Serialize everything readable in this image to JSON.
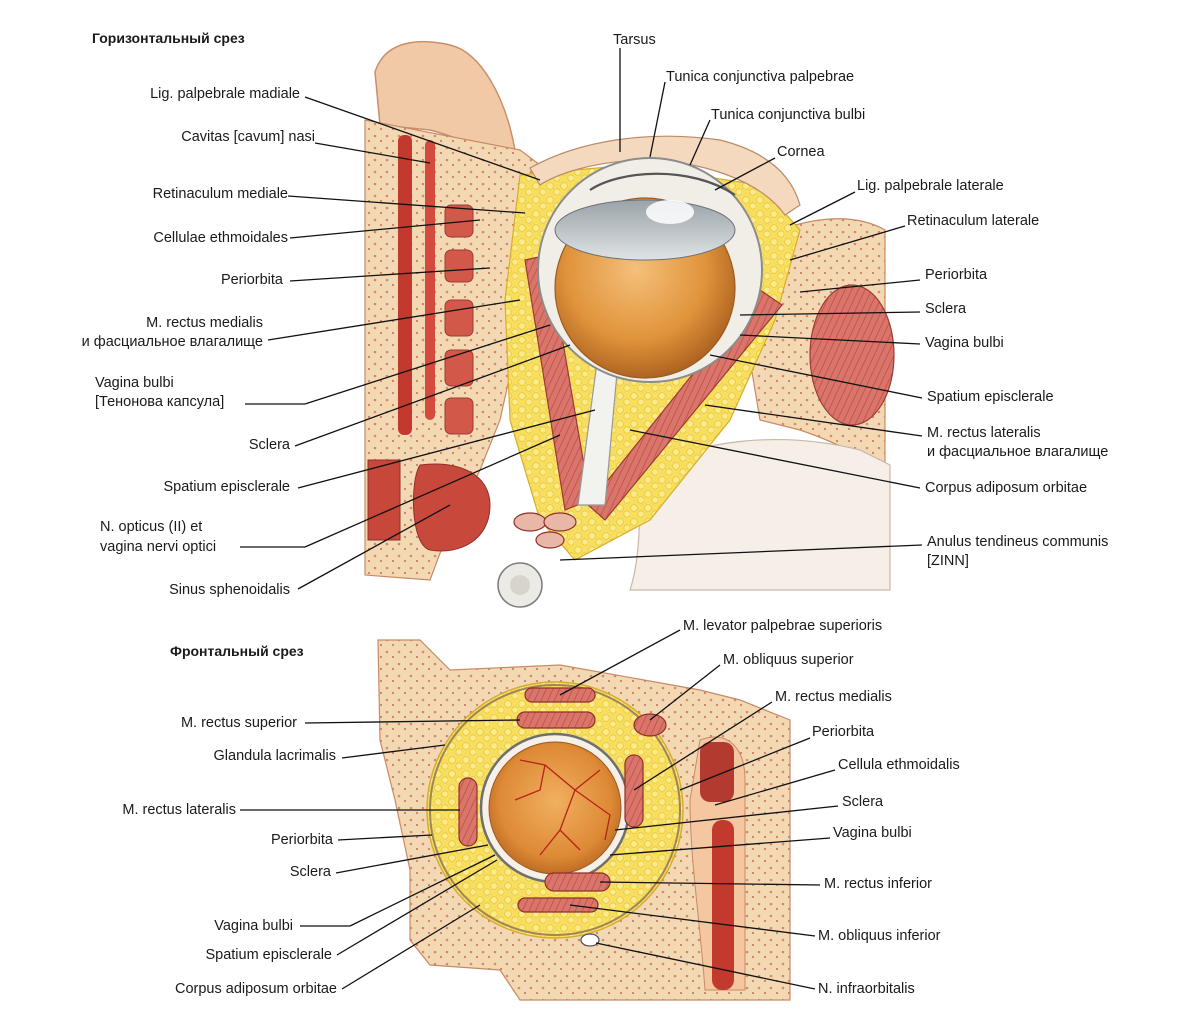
{
  "titles": {
    "horizontal": "Горизонтальный срез",
    "frontal": "Фронтальный срез"
  },
  "horizontal": {
    "left": [
      "Lig. palpebrale madiale",
      "Cavitas [cavum] nasi",
      "Retinaculum mediale",
      "Cellulae ethmoidales",
      "Periorbita",
      "M. rectus medialis",
      "и фасциальное влагалище",
      "Vagina bulbi",
      "[Тенонова капсула]",
      "Sclera",
      "Spatium episclerale",
      "N. opticus (II) et",
      "vagina nervi optici",
      "Sinus sphenoidalis"
    ],
    "right": [
      "Tarsus",
      "Tunica conjunctiva palpebrae",
      "Tunica conjunctiva bulbi",
      "Cornea",
      "Lig. palpebrale laterale",
      "Retinaculum laterale",
      "Periorbita",
      "Sclera",
      "Vagina bulbi",
      "Spatium episclerale",
      "M. rectus lateralis",
      "и фасциальное влагалище",
      "Corpus adiposum orbitae",
      "Anulus tendineus communis",
      "[ZINN]"
    ]
  },
  "frontal": {
    "left": [
      "M. rectus superior",
      "Glandula lacrimalis",
      "M. rectus lateralis",
      "Periorbita",
      "Sclera",
      "Vagina bulbi",
      "Spatium episclerale",
      "Corpus adiposum orbitae"
    ],
    "right": [
      "M. levator palpebrae superioris",
      "M. obliquus superior",
      "M. rectus medialis",
      "Periorbita",
      "Cellula ethmoidalis",
      "Sclera",
      "Vagina bulbi",
      "M. rectus inferior",
      "M. obliquus inferior",
      "N. infraorbitalis"
    ]
  }
}
